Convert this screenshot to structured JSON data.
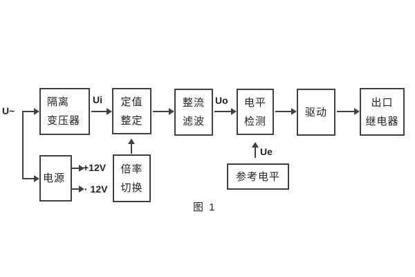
{
  "diagram": {
    "caption": "图 1",
    "labels": {
      "u_in": "U~",
      "ui": "Ui",
      "uo": "Uo",
      "ue": "Ue",
      "plus12v": "+12V",
      "minus12v": "· 12V"
    },
    "blocks": {
      "isolation_transformer": {
        "lines": [
          "隔离",
          "变压器"
        ]
      },
      "value_setting": {
        "lines": [
          "定值",
          "整定"
        ]
      },
      "rectify_filter": {
        "lines": [
          "整流",
          "滤波"
        ]
      },
      "level_detect": {
        "lines": [
          "电平",
          "检测"
        ]
      },
      "drive": {
        "lines": [
          "驱动"
        ]
      },
      "output_relay": {
        "lines": [
          "出口",
          "继电器"
        ]
      },
      "power_supply": {
        "lines": [
          "电源"
        ]
      },
      "ratio_switch": {
        "lines": [
          "倍率",
          "切换"
        ]
      },
      "reference_level": {
        "lines": [
          "参考电平"
        ]
      }
    },
    "colors": {
      "line": "#404040",
      "text": "#222222",
      "background": "#ffffff"
    }
  }
}
